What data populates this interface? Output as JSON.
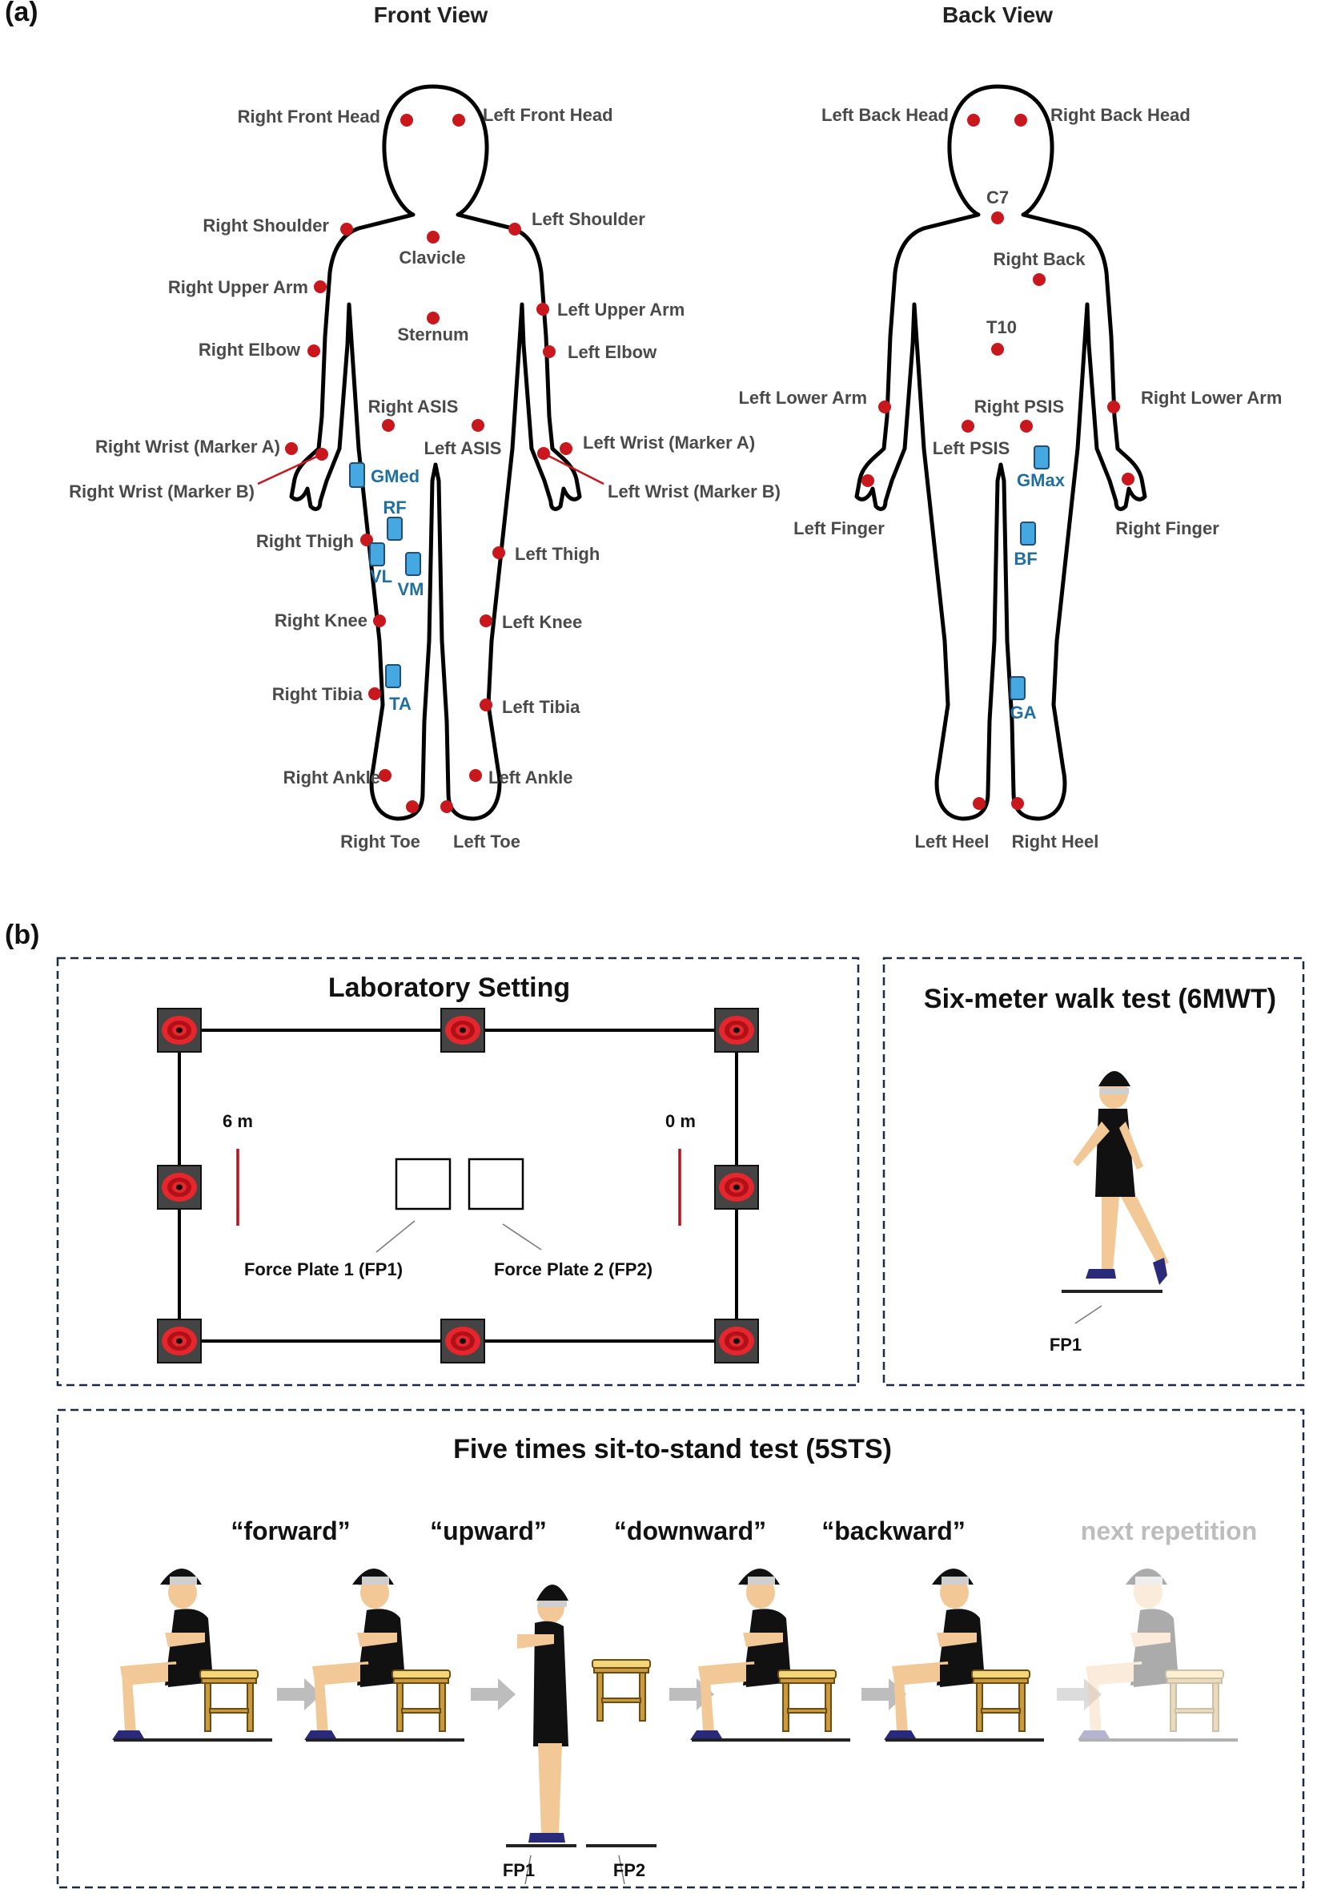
{
  "panel_a": {
    "label": "(a)",
    "front_title": "Front View",
    "back_title": "Back View",
    "front_labels": [
      {
        "text": "Right Front Head"
      },
      {
        "text": "Left Front Head"
      },
      {
        "text": "Right Shoulder"
      },
      {
        "text": "Clavicle"
      },
      {
        "text": "Left Shoulder"
      },
      {
        "text": "Right Upper Arm"
      },
      {
        "text": "Left Upper Arm"
      },
      {
        "text": "Sternum"
      },
      {
        "text": "Right Elbow"
      },
      {
        "text": "Left Elbow"
      },
      {
        "text": "Right ASIS"
      },
      {
        "text": "Left ASIS"
      },
      {
        "text": "Right Wrist (Marker A)"
      },
      {
        "text": "Left Wrist (Marker A)"
      },
      {
        "text": "Right Wrist (Marker B)"
      },
      {
        "text": "Left Wrist (Marker B)"
      },
      {
        "text": "Right Thigh"
      },
      {
        "text": "Left Thigh"
      },
      {
        "text": "Right Knee"
      },
      {
        "text": "Left Knee"
      },
      {
        "text": "Right Tibia"
      },
      {
        "text": "Left Tibia"
      },
      {
        "text": "Right Ankle"
      },
      {
        "text": "Left Ankle"
      },
      {
        "text": "Right Toe"
      },
      {
        "text": "Left Toe"
      }
    ],
    "front_sensors": [
      "GMed",
      "RF",
      "VL",
      "VM",
      "TA"
    ],
    "back_labels": [
      {
        "text": "Left Back Head"
      },
      {
        "text": "Right Back Head"
      },
      {
        "text": "C7"
      },
      {
        "text": "Right Back"
      },
      {
        "text": "T10"
      },
      {
        "text": "Left Lower Arm"
      },
      {
        "text": "Right Lower Arm"
      },
      {
        "text": "Right PSIS"
      },
      {
        "text": "Left PSIS"
      },
      {
        "text": "Left Finger"
      },
      {
        "text": "Right Finger"
      },
      {
        "text": "Left Heel"
      },
      {
        "text": "Right Heel"
      }
    ],
    "back_sensors": [
      "GMax",
      "BF",
      "GA"
    ],
    "colors": {
      "marker": "#c8171d",
      "sensor": "#45a8e0",
      "sensor_text": "#1f6fa0"
    }
  },
  "panel_b": {
    "label": "(b)",
    "lab": {
      "title": "Laboratory Setting",
      "left_mark": "6 m",
      "right_mark": "0 m",
      "fp1": "Force Plate 1 (FP1)",
      "fp2": "Force Plate 2 (FP2)"
    },
    "walk": {
      "title": "Six-meter walk test (6MWT)",
      "fp": "FP1"
    },
    "sts": {
      "title": "Five times sit-to-stand test (5STS)",
      "commands": [
        "“forward”",
        "“upward”",
        "“downward”",
        "“backward”",
        "next repetition"
      ],
      "fp1": "FP1",
      "fp2": "FP2"
    }
  }
}
